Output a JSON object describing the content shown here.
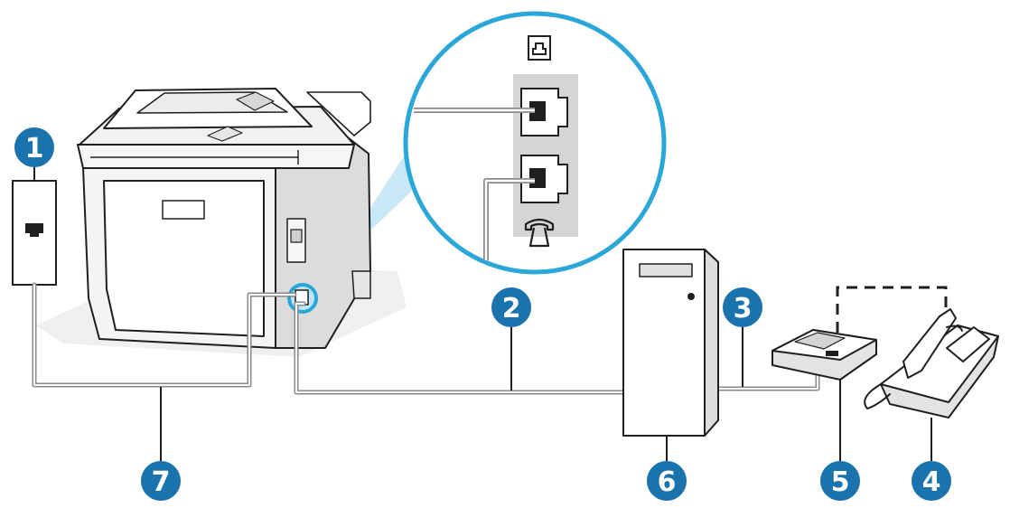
{
  "colors": {
    "callout": "#1a73ad",
    "accent": "#2aa7d8",
    "zoom_fill": "#bfe4f4",
    "cable": "#8a8a8a",
    "outline": "#1f1f1f",
    "device_gray": "#e3e3e3"
  },
  "icons": {
    "line_port": "line-port-icon",
    "phone_port": "telephone-port-icon"
  },
  "callouts": {
    "c1": "1",
    "c2": "2",
    "c3": "3",
    "c4": "4",
    "c5": "5",
    "c6": "6",
    "c7": "7"
  }
}
